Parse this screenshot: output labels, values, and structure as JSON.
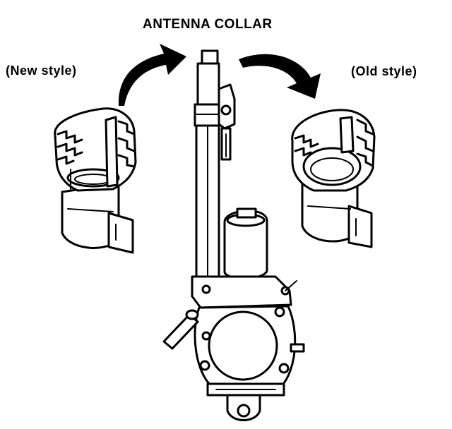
{
  "diagram": {
    "title": "ANTENNA COLLAR",
    "left_label": "(New style)",
    "right_label": "(Old style)"
  },
  "colors": {
    "ink": "#000000",
    "paper": "#ffffff"
  },
  "icons": [
    "curved-arrow-icon",
    "antenna-collar-new-style",
    "antenna-collar-old-style",
    "power-antenna-assembly"
  ]
}
